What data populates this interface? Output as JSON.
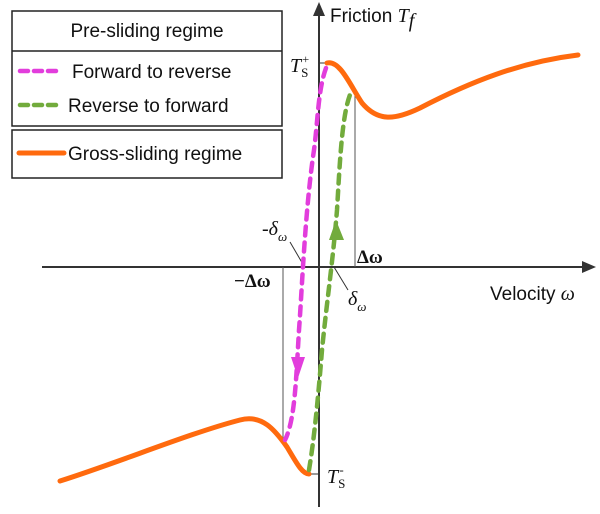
{
  "legend": {
    "header": "Pre-sliding regime",
    "items": [
      {
        "label": "Forward to reverse",
        "style": "dashed",
        "color": "#e23ddc"
      },
      {
        "label": "Reverse to forward",
        "style": "dashed",
        "color": "#72ab3c"
      },
      {
        "label": "Gross-sliding regime",
        "style": "solid",
        "color": "#ff6a0e"
      }
    ]
  },
  "axes": {
    "y_label": "Friction",
    "y_symbol": "T",
    "y_sub": "f",
    "x_label": "Velocity",
    "x_symbol": "ω"
  },
  "annotations": {
    "ts_plus": {
      "sym": "T",
      "sub": "S",
      "sup": "+"
    },
    "ts_minus": {
      "sym": "T",
      "sub": "S",
      "sup": "-"
    },
    "delta_omega": "Δω",
    "neg_delta_omega": "−Δω",
    "delta": {
      "sym": "δ",
      "sub": "ω"
    },
    "neg_delta": {
      "sym": "-δ",
      "sub": "ω"
    }
  }
}
